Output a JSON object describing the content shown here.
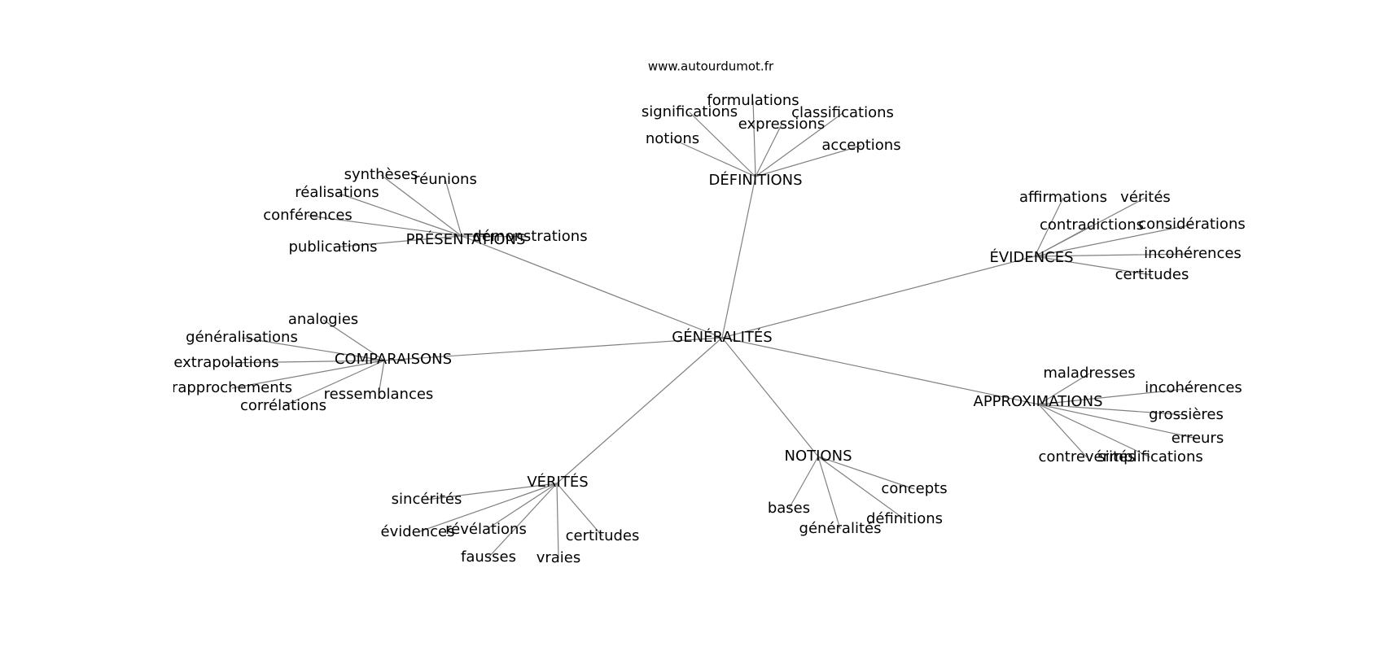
{
  "watermark": "www.autourdumot.fr",
  "center": "GÉNÉRALITÉS",
  "groups": [
    {
      "label": "DÉFINITIONS",
      "leaves": [
        "formulations",
        "significations",
        "expressions",
        "classifications",
        "notions",
        "acceptions"
      ]
    },
    {
      "label": "PRÉSENTATIONS",
      "leaves": [
        "synthèses",
        "réunions",
        "réalisations",
        "conférences",
        "démonstrations",
        "publications"
      ]
    },
    {
      "label": "ÉVIDENCES",
      "leaves": [
        "affirmations",
        "vérités",
        "contradictions",
        "considérations",
        "incohérences",
        "certitudes"
      ]
    },
    {
      "label": "COMPARAISONS",
      "leaves": [
        "analogies",
        "généralisations",
        "extrapolations",
        "rapprochements",
        "ressemblances",
        "corrélations"
      ]
    },
    {
      "label": "APPROXIMATIONS",
      "leaves": [
        "maladresses",
        "incohérences",
        "grossières",
        "erreurs",
        "contrevérités",
        "simplifications"
      ]
    },
    {
      "label": "NOTIONS",
      "leaves": [
        "concepts",
        "bases",
        "définitions",
        "généralités"
      ]
    },
    {
      "label": "VÉRITÉS",
      "leaves": [
        "sincérités",
        "évidences",
        "révélations",
        "certitudes",
        "fausses",
        "vraies"
      ]
    }
  ]
}
